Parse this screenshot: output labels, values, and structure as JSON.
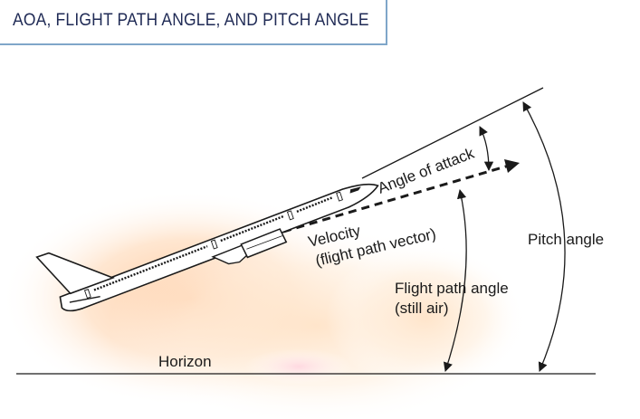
{
  "title": "AOA, FLIGHT PATH ANGLE, AND PITCH ANGLE",
  "labels": {
    "angle_of_attack": "Angle of attack",
    "velocity_line1": "Velocity",
    "velocity_line2": "(flight path vector)",
    "flight_path_angle_line1": "Flight path angle",
    "flight_path_angle_line2": "(still air)",
    "pitch_angle": "Pitch angle",
    "horizon": "Horizon"
  },
  "colors": {
    "title_border": "#7fa6c9",
    "title_text": "#1f2a55",
    "line": "#1a1a1a",
    "glow_inner": "#ffd9b8",
    "glow_outer": "#ffe9d6"
  }
}
